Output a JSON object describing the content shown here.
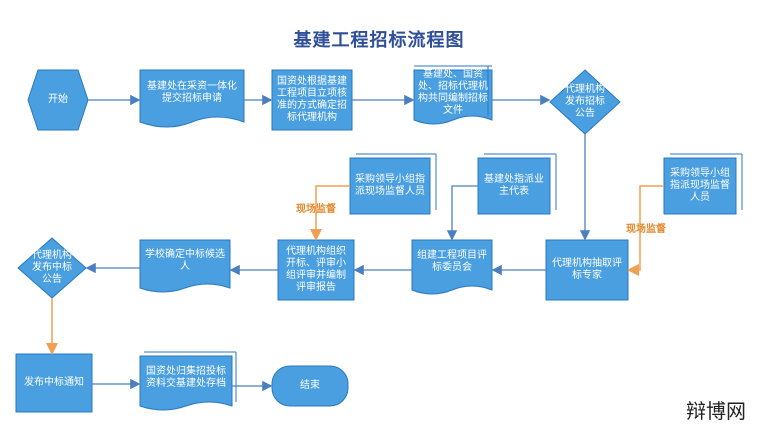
{
  "title": "基建工程招标流程图",
  "nodes": {
    "start": "开始",
    "apply": "基建处在采资一体化提交招标申请",
    "approve": "国资处根据基建工程项目立项核准的方式确定招标代理机构",
    "compile": "基建处、国资处、招标代理机构共同编制招标文件",
    "announce": "代理机构发布招标公告",
    "leader1": "采购领导小组指派现场监督人员",
    "owner_rep": "基建处指派业主代表",
    "leader2": "采购领导小组指派现场监督人员",
    "organize": "代理机构组织开标、评审小组评审并编制评审报告",
    "committee": "组建工程项目评标委员会",
    "experts": "代理机构抽取评标专家",
    "school": "学校确定中标候选人",
    "publish_win": "代理机构发布中标公告",
    "notice": "发布中标通知",
    "archive": "国资处归集招投标资料交基建处存档",
    "end": "结束"
  },
  "labels": {
    "supervise1": "现场监督",
    "supervise2": "现场监督"
  },
  "watermark": "辩博网",
  "colors": {
    "fill": "#4a9fe0",
    "stroke": "#2b79c0",
    "arrow_blue": "#4a7fc0",
    "arrow_orange": "#f0a050",
    "title": "#2f4f99"
  }
}
